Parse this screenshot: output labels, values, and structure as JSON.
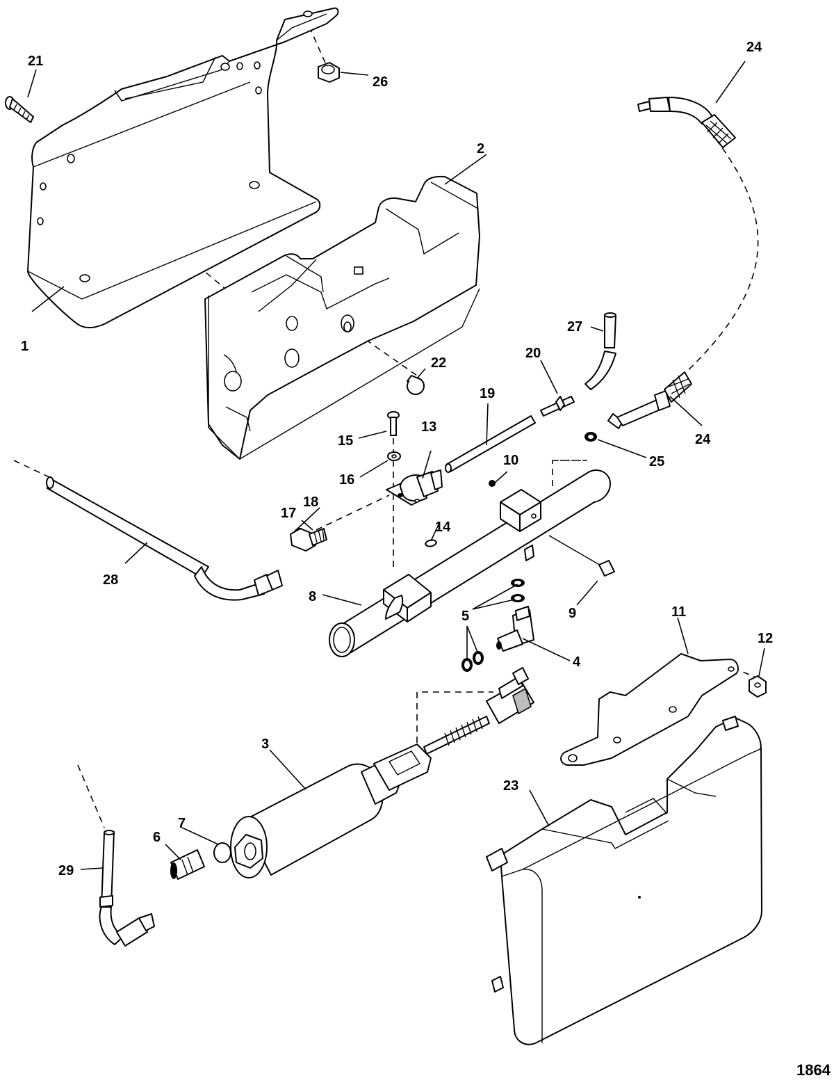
{
  "figure_id": "1864",
  "callouts": [
    "1",
    "2",
    "3",
    "4",
    "5",
    "6",
    "7",
    "8",
    "9",
    "10",
    "11",
    "12",
    "13",
    "14",
    "15",
    "16",
    "17",
    "18",
    "19",
    "20",
    "21",
    "22",
    "23",
    "24",
    "25",
    "26",
    "27",
    "28",
    "29"
  ],
  "second_label_24": "24"
}
